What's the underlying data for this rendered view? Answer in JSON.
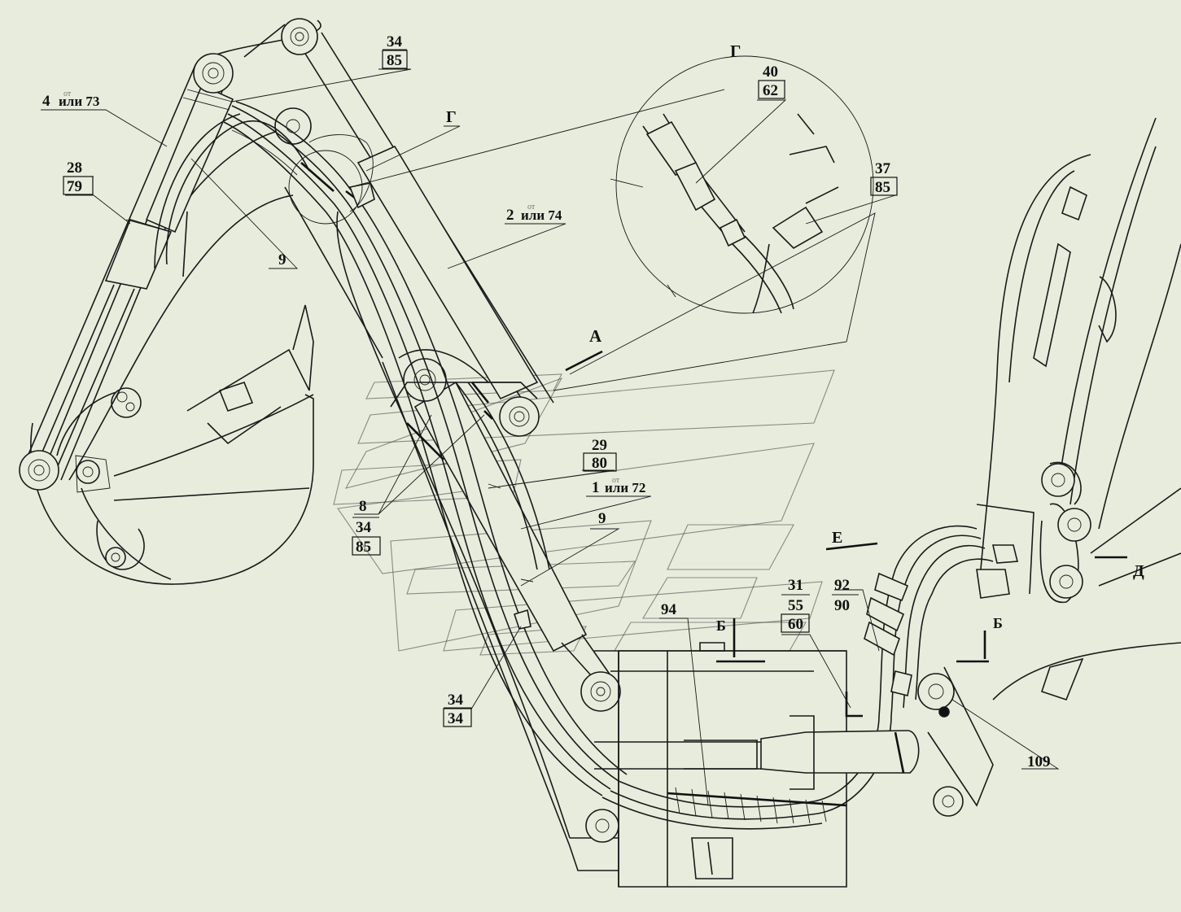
{
  "colors": {
    "background": "#e7ecdc",
    "ink": "#111111"
  },
  "labels": {
    "l34_85_top": {
      "num": "34",
      "den": "85"
    },
    "l4_73": {
      "a": "4",
      "sup": "от",
      "b": "или 73"
    },
    "l28_79": {
      "num": "28",
      "den": "79"
    },
    "l9_left": {
      "text": "9"
    },
    "lG_top": {
      "text": "Г"
    },
    "l2_74": {
      "a": "2",
      "sup": "от",
      "b": "или 74"
    },
    "lG_detail": {
      "text": "Г"
    },
    "l40_62": {
      "num": "40",
      "den": "62"
    },
    "l37_85": {
      "num": "37",
      "den": "85"
    },
    "lA": {
      "text": "А"
    },
    "l29_80": {
      "num": "29",
      "den": "80"
    },
    "l1_72": {
      "a": "1",
      "sup": "от",
      "b": "или 72"
    },
    "l8_34_85": {
      "a": "8",
      "b": "34",
      "c": "85"
    },
    "l9_mid": {
      "text": "9"
    },
    "lE": {
      "text": "Е"
    },
    "l31_55_60": {
      "a": "31",
      "b": "55",
      "c": "60"
    },
    "l92_90": {
      "num": "92",
      "den": "90"
    },
    "l94": {
      "text": "94"
    },
    "lB1": {
      "text": "Б"
    },
    "lB2": {
      "text": "Б"
    },
    "lD": {
      "text": "Д"
    },
    "l34_34": {
      "num": "34",
      "den": "34"
    },
    "l109": {
      "text": "109"
    }
  }
}
